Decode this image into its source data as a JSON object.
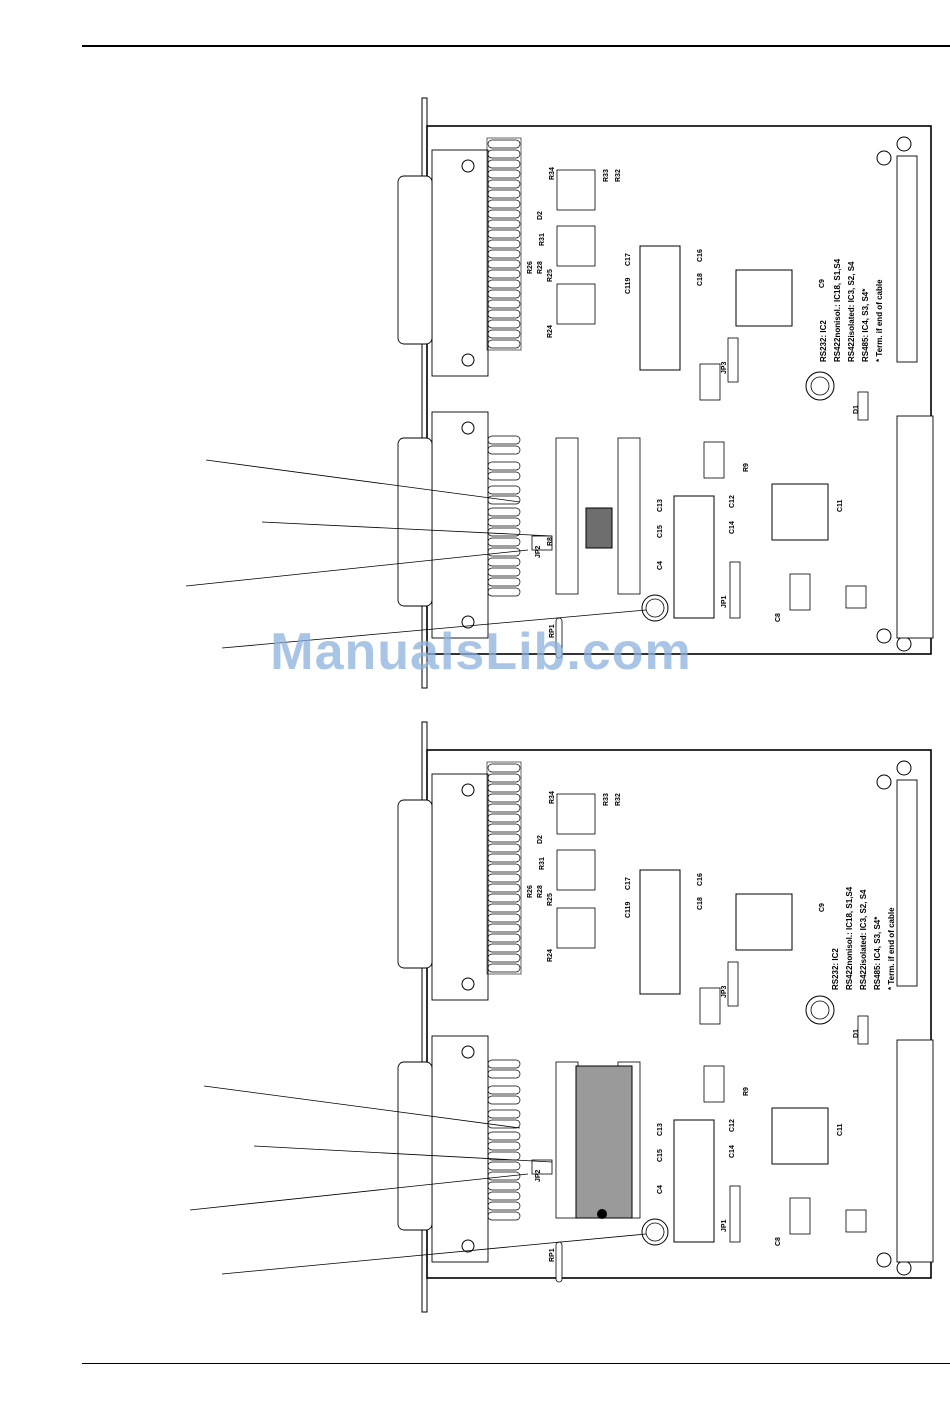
{
  "watermark": "ManualsLib.com",
  "board_labels": {
    "jumper_notes": [
      "RS232: IC2",
      "RS422nonisol.: IC18, S1,S4",
      "RS422isolated: IC3, S2, S4",
      "RS485: IC4, S3, S4*",
      "* Term. if end of cable"
    ],
    "refs_top": [
      "R34",
      "R33",
      "R32",
      "D2",
      "R31",
      "R26",
      "R28",
      "R25",
      "R24",
      "C17",
      "C119",
      "C18",
      "C16",
      "C9",
      "JP3",
      "D1"
    ],
    "refs_bottom": [
      "C13",
      "C15",
      "C12",
      "C14",
      "R9",
      "C11",
      "JP2",
      "JP1",
      "C4",
      "C8",
      "RP1",
      "R8"
    ]
  }
}
